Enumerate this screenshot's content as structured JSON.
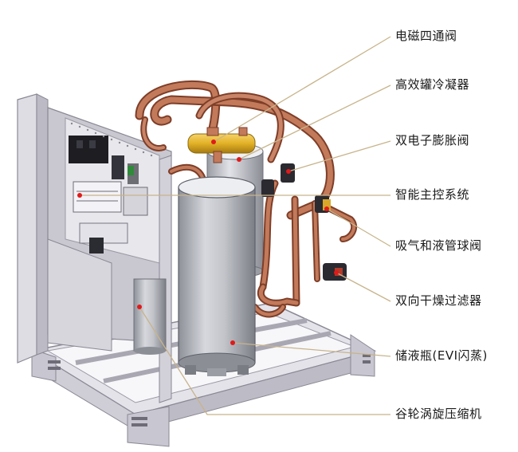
{
  "diagram": {
    "labels": [
      {
        "id": "four-way-valve",
        "text": "电磁四通阀"
      },
      {
        "id": "condenser",
        "text": "高效罐冷凝器"
      },
      {
        "id": "dual-eev",
        "text": "双电子膨胀阀"
      },
      {
        "id": "controller",
        "text": "智能主控系统"
      },
      {
        "id": "ball-valve",
        "text": "吸气和液管球阀"
      },
      {
        "id": "filter-drier",
        "text": "双向干燥过滤器"
      },
      {
        "id": "receiver",
        "text": "储液瓶(EVI闪蒸)"
      },
      {
        "id": "compressor",
        "text": "谷轮涡旋压缩机"
      }
    ],
    "colors": {
      "frame": "#d8d6de",
      "frame_edge": "#8a8893",
      "copper": "#b8684c",
      "copper_dark": "#7e3e28",
      "tank": "#b9bbc2",
      "valve_yellow": "#e2b126",
      "leader": "#c8b48c",
      "marker": "#e01a1a"
    }
  }
}
